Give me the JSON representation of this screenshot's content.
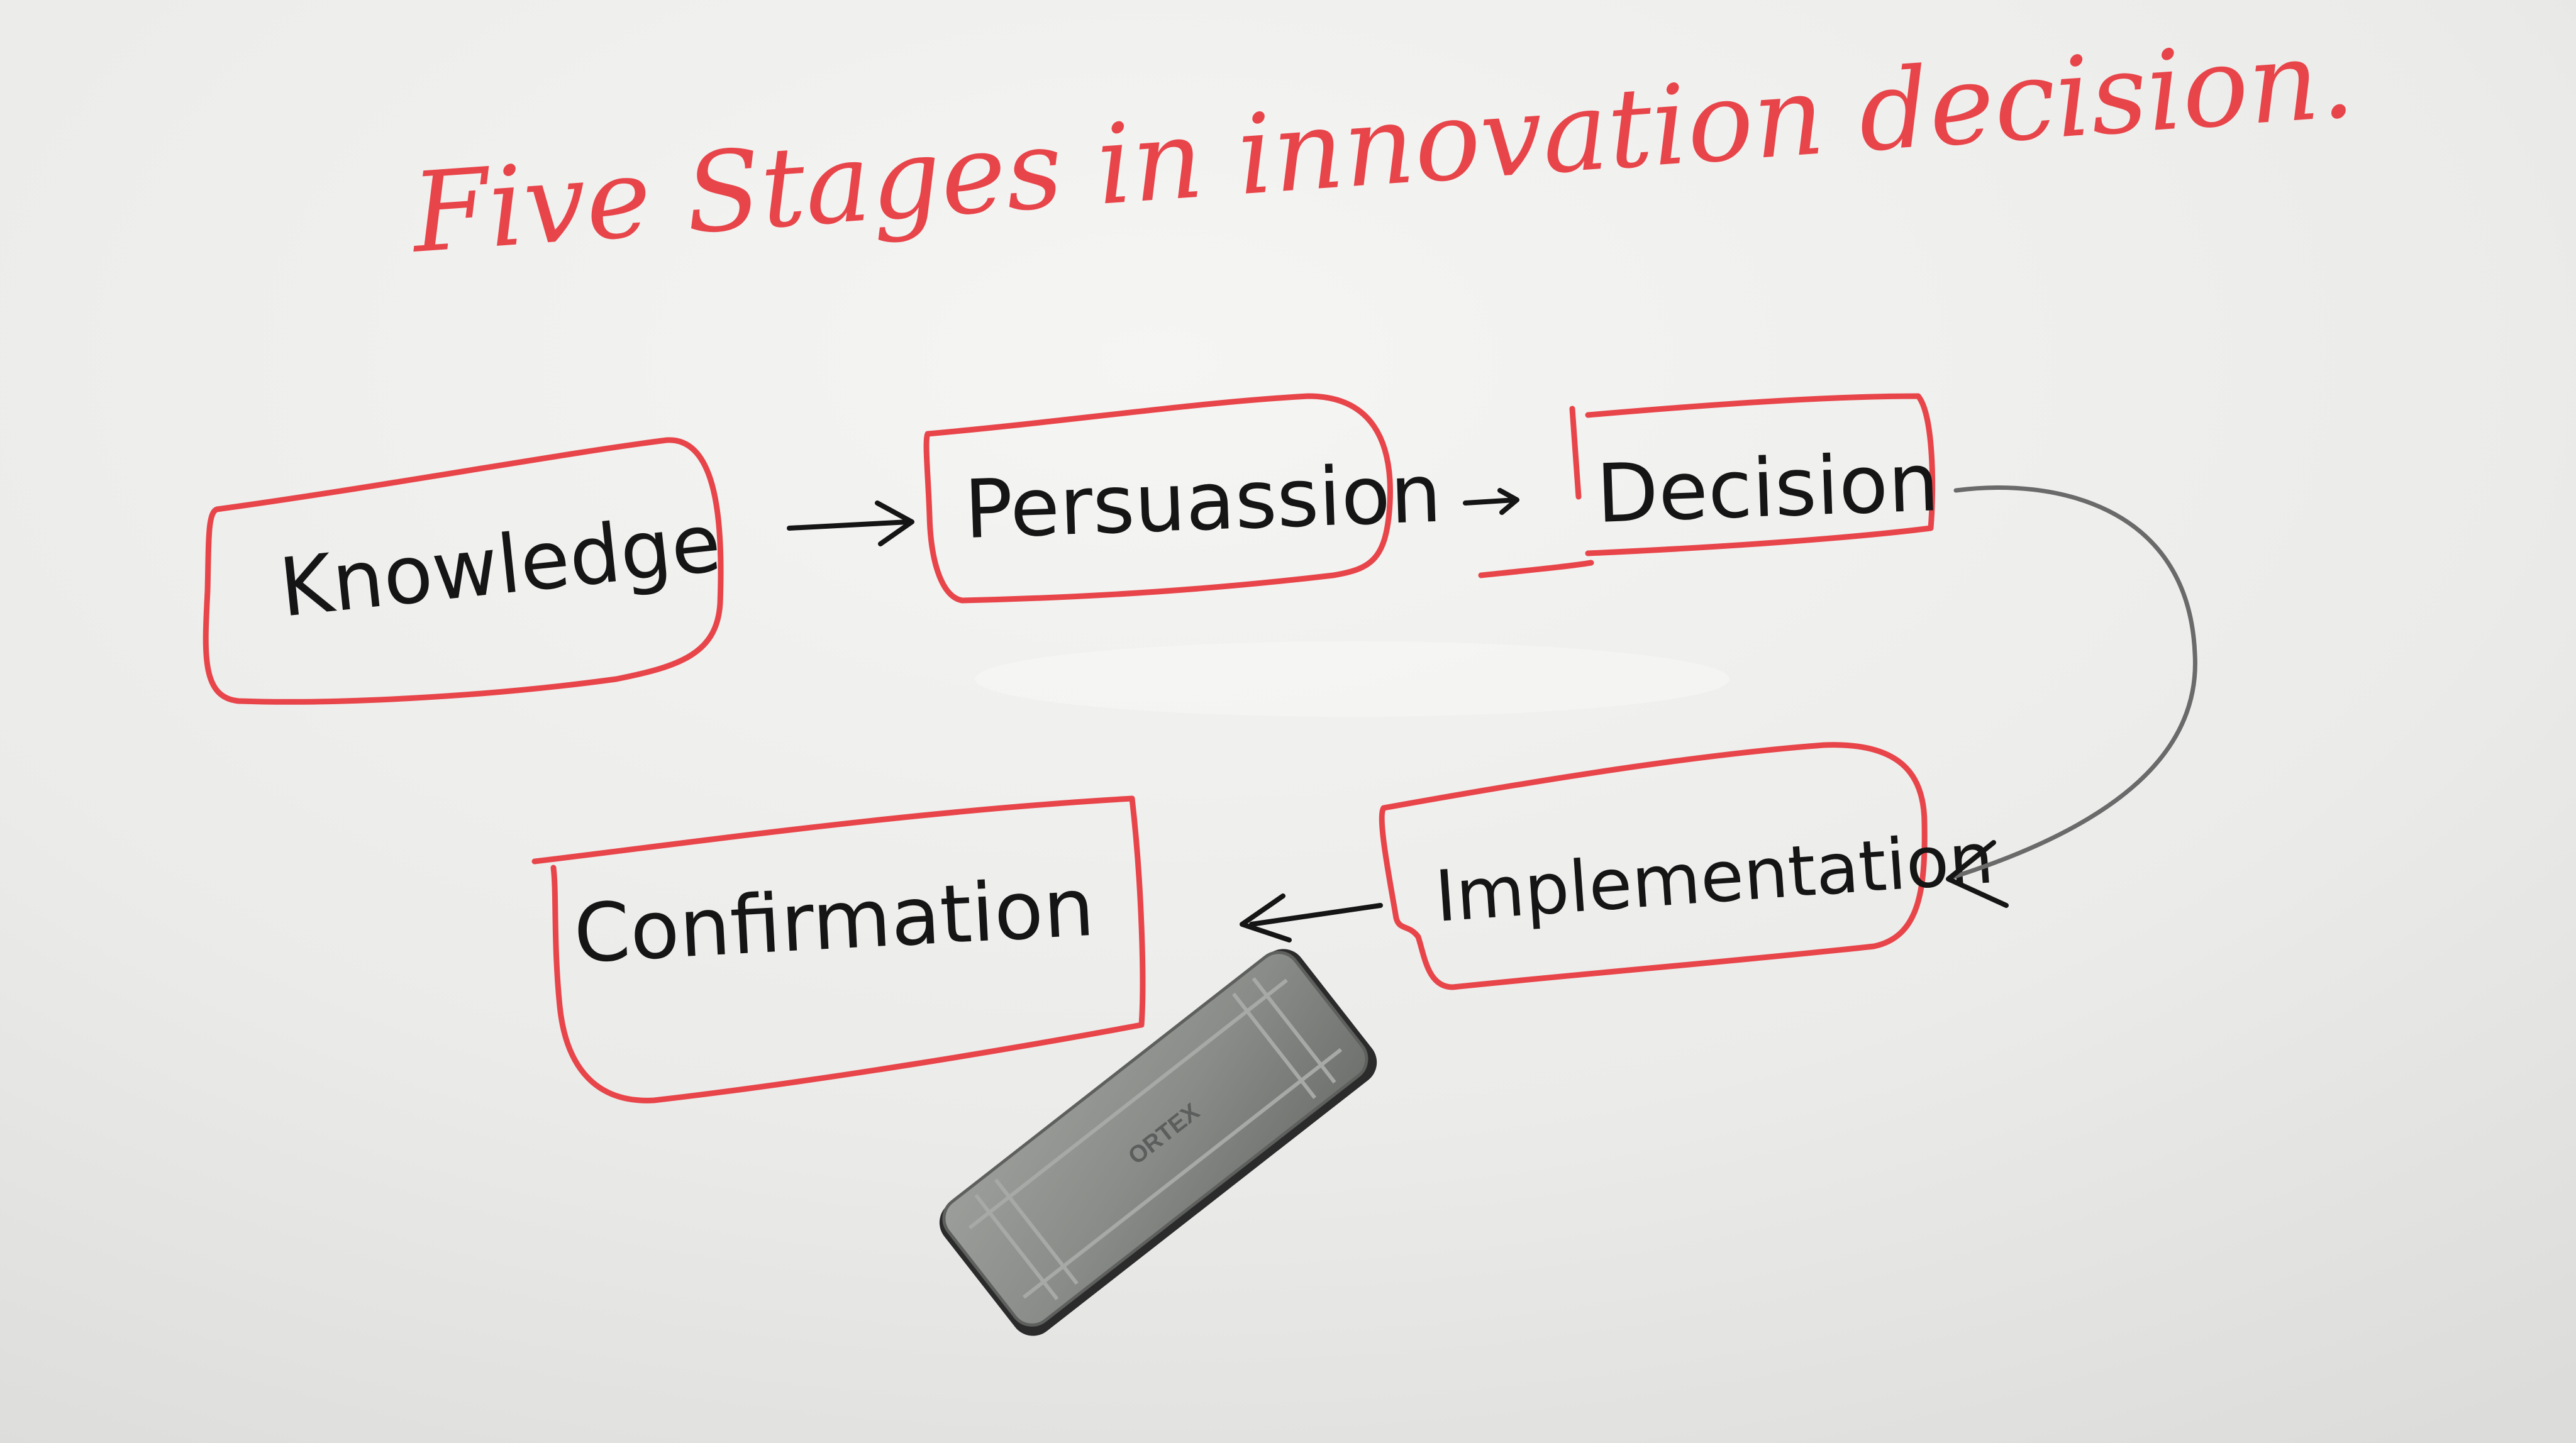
{
  "title": "Five Stages in innovation decision.",
  "stages": [
    {
      "id": "knowledge",
      "label": "Knowledge"
    },
    {
      "id": "persuasion",
      "label": "Persuassion"
    },
    {
      "id": "decision",
      "label": "Decision"
    },
    {
      "id": "implementation",
      "label": "Implementation"
    },
    {
      "id": "confirmation",
      "label": "Confirmation"
    }
  ],
  "eraser": {
    "brand": "ORTEX"
  },
  "colors": {
    "board": "#e9e9e7",
    "red_marker": "#e8454a",
    "black_marker": "#151515",
    "grey_marker": "#6a6a6a",
    "eraser_body": "#8b8d8a"
  }
}
